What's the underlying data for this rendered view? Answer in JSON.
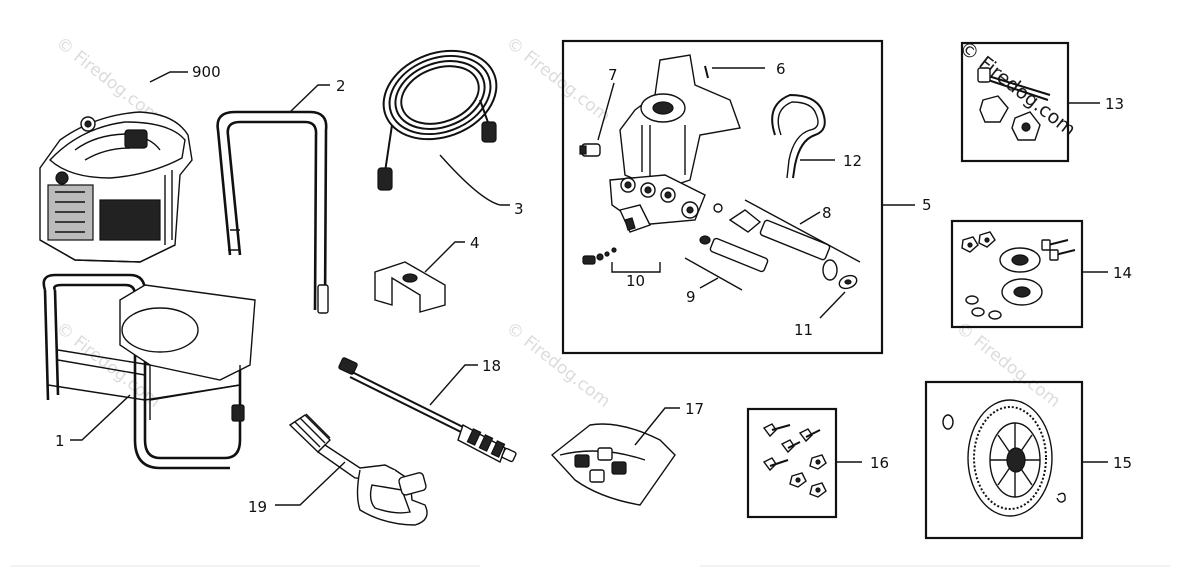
{
  "watermark": {
    "text": "© Firedog.com"
  },
  "callouts": {
    "c900": "900",
    "c1": "1",
    "c2": "2",
    "c3": "3",
    "c4": "4",
    "c5": "5",
    "c6": "6",
    "c7": "7",
    "c8": "8",
    "c9": "9",
    "c10": "10",
    "c11": "11",
    "c12": "12",
    "c13": "13",
    "c14": "14",
    "c15": "15",
    "c16": "16",
    "c17": "17",
    "c18": "18",
    "c19": "19"
  }
}
